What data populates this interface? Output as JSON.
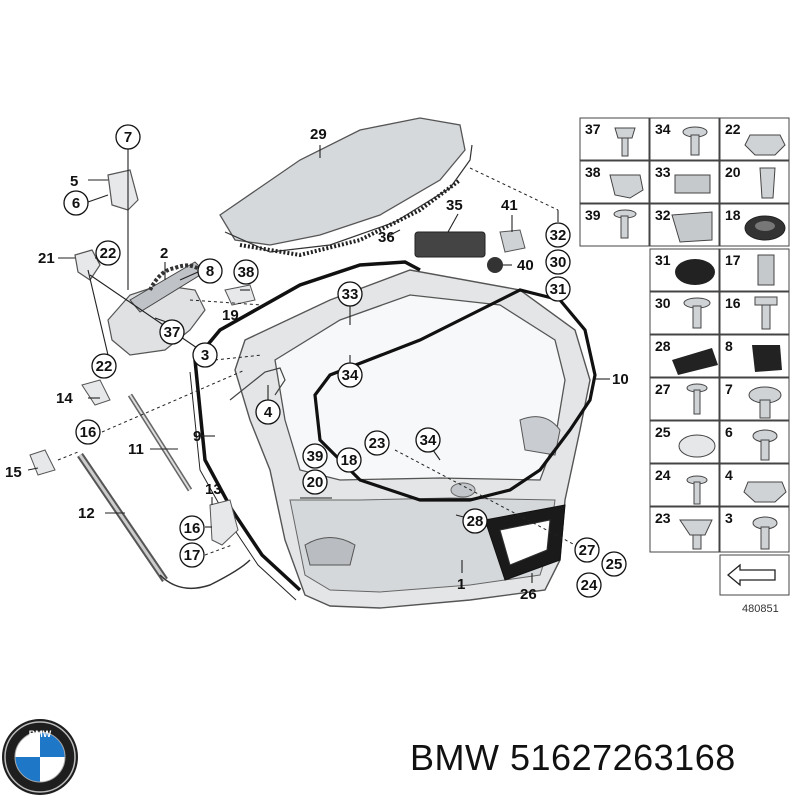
{
  "callouts": [
    "7",
    "5",
    "6",
    "2",
    "22",
    "21",
    "8",
    "38",
    "37",
    "19",
    "3",
    "22",
    "33",
    "34",
    "4",
    "14",
    "16",
    "11",
    "9",
    "15",
    "12",
    "13",
    "16",
    "17",
    "29",
    "36",
    "35",
    "41",
    "40",
    "32",
    "30",
    "31",
    "10",
    "39",
    "18",
    "20",
    "23",
    "34",
    "28",
    "1",
    "27",
    "25",
    "24",
    "26"
  ],
  "parts_table": [
    {
      "left": "37",
      "right": "34"
    },
    {
      "left": "22",
      "right": "38"
    },
    {
      "left": "33",
      "right": "20"
    },
    {
      "left": "39",
      "right": "32"
    },
    {
      "left": "18",
      "right": ""
    }
  ],
  "parts_column": [
    "31",
    "17",
    "30",
    "16",
    "28",
    "8",
    "27",
    "7",
    "25",
    "6",
    "24",
    "4",
    "23",
    "3"
  ],
  "reference_code": "480851",
  "brand": {
    "name": "BMW",
    "part_number": "51627263168",
    "logo_letters": "BMW"
  }
}
